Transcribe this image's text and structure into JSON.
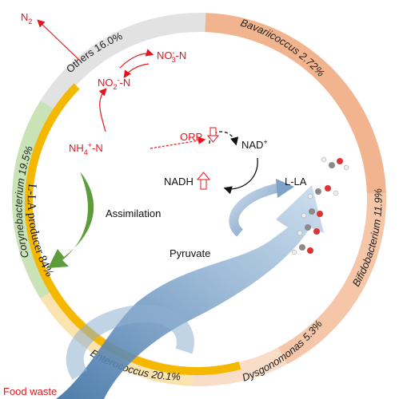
{
  "ring_segments": [
    {
      "name": "Bavariicoccus",
      "value": "2.72%",
      "text": "Bavariicoccus 2.72%"
    },
    {
      "name": "Bifidobacterium",
      "value": "11.9%",
      "text": "Bifidobacterium 11.9%"
    },
    {
      "name": "Dysgonomonas",
      "value": "5.3%",
      "text": "Dysgonomonas 5.3%"
    },
    {
      "name": "Enterococcus",
      "value": "20.1%",
      "text": "Enterococcus 20.1%"
    },
    {
      "name": "Corynebacterium",
      "value": "19.5%",
      "text": "Corynebacterium 19.5%"
    },
    {
      "name": "Others",
      "value": "16.0%",
      "text": "Others 16.0%"
    }
  ],
  "inner_arc": {
    "text": "L-LA producer 84%"
  },
  "nitrogen": {
    "n2": "N",
    "n2_sub": "2",
    "no3": "NO",
    "no3_sub": "3",
    "no3_sup": "-",
    "no3_tail": "-N",
    "no2": "NO",
    "no2_sub": "2",
    "no2_sup": "-",
    "no2_tail": "-N",
    "nh4": "NH",
    "nh4_sub": "4",
    "nh4_sup": "+",
    "nh4_tail": "-N"
  },
  "redox": {
    "orp": "ORP",
    "nad": "NAD",
    "nad_sup": "+",
    "nadh": "NADH"
  },
  "process": {
    "assimilation": "Assimilation",
    "pyruvate": "Pyruvate",
    "lla": "L-LA"
  },
  "source": {
    "food_waste": "Food waste"
  },
  "colors": {
    "bavariicoccus": "#f2b48f",
    "bifidobacterium": "#f5c6a8",
    "dysgonomonas": "#f9ddc9",
    "enterococcus": "#fbe3b0",
    "corynebacterium": "#c9e3b6",
    "others": "#e2e2e2",
    "inner_arc": "#f5b800",
    "nitrogen_red": "#e8141b",
    "assimilation_green": "#5d9c3a",
    "main_arrow_blue": "#7fa3c6"
  }
}
